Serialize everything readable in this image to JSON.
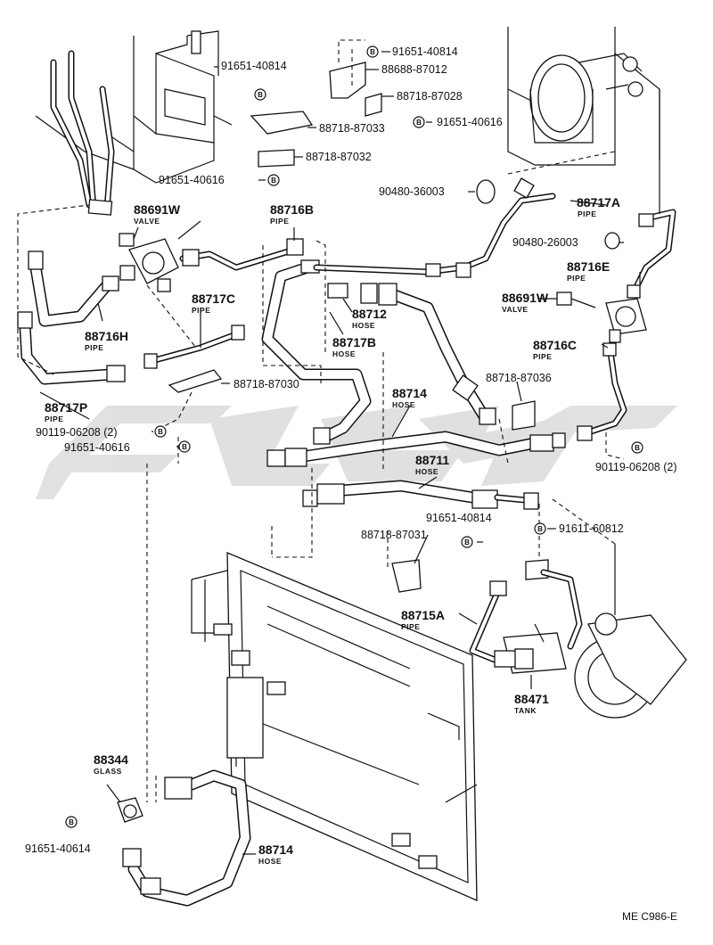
{
  "diagram": {
    "drawing_code": "ME C986-E",
    "bolt_symbol": "B",
    "watermark": {
      "present": true,
      "color": "#c8c8c8"
    },
    "parts": [
      {
        "id": "p1",
        "number": "91651-40814"
      },
      {
        "id": "p2",
        "number": "88688-87012"
      },
      {
        "id": "p3",
        "number": "91651-40814"
      },
      {
        "id": "p4",
        "number": "88718-87028"
      },
      {
        "id": "p5",
        "number": "91651-40616"
      },
      {
        "id": "p6",
        "number": "88718-87033"
      },
      {
        "id": "p7",
        "number": "88718-87032"
      },
      {
        "id": "p8",
        "number": "91651-40616"
      },
      {
        "id": "p9",
        "number": "90480-36003"
      },
      {
        "id": "p10",
        "number": "88717A",
        "type": "PIPE"
      },
      {
        "id": "p11",
        "number": "88691W",
        "type": "VALVE"
      },
      {
        "id": "p12",
        "number": "88716B",
        "type": "PIPE"
      },
      {
        "id": "p13",
        "number": "90480-26003"
      },
      {
        "id": "p14",
        "number": "88716E",
        "type": "PIPE"
      },
      {
        "id": "p15",
        "number": "88717C",
        "type": "PIPE"
      },
      {
        "id": "p16",
        "number": "88691W",
        "type": "VALVE"
      },
      {
        "id": "p17",
        "number": "88712",
        "type": "HOSE"
      },
      {
        "id": "p18",
        "number": "88716H",
        "type": "PIPE"
      },
      {
        "id": "p19",
        "number": "88717B",
        "type": "HOSE"
      },
      {
        "id": "p20",
        "number": "88716C",
        "type": "PIPE"
      },
      {
        "id": "p21",
        "number": "88718-87030"
      },
      {
        "id": "p22",
        "number": "88718-87036"
      },
      {
        "id": "p23",
        "number": "88714",
        "type": "HOSE"
      },
      {
        "id": "p24",
        "number": "88717P",
        "type": "PIPE"
      },
      {
        "id": "p25",
        "number": "90119-06208 (2)"
      },
      {
        "id": "p26",
        "number": "91651-40616"
      },
      {
        "id": "p27",
        "number": "90119-06208 (2)"
      },
      {
        "id": "p28",
        "number": "88711",
        "type": "HOSE"
      },
      {
        "id": "p29",
        "number": "91651-40814"
      },
      {
        "id": "p30",
        "number": "91611-60812"
      },
      {
        "id": "p31",
        "number": "88718-87031"
      },
      {
        "id": "p32",
        "number": "88715A",
        "type": "PIPE"
      },
      {
        "id": "p33",
        "number": "88471",
        "type": "TANK"
      },
      {
        "id": "p34",
        "number": "88344",
        "type": "GLASS"
      },
      {
        "id": "p35",
        "number": "91651-40614"
      },
      {
        "id": "p36",
        "number": "88714",
        "type": "HOSE"
      }
    ]
  }
}
